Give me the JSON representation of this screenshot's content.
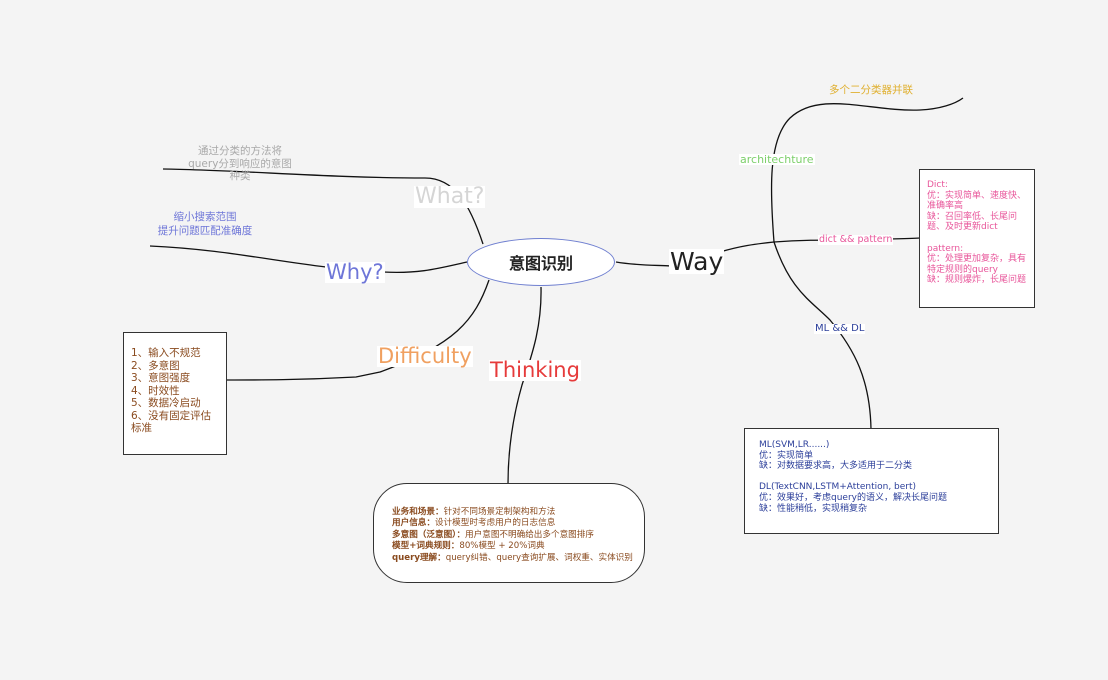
{
  "center": {
    "label": "意图识别"
  },
  "what": {
    "label": "What?",
    "note": "通过分类的方法将\nquery分到响应的意图\n种类",
    "color": "#d5d5d5",
    "note_color": "#a9a9a9"
  },
  "why": {
    "label": "Why?",
    "note": "缩小搜索范围\n提升问题匹配准确度",
    "color": "#6e76d8"
  },
  "difficulty": {
    "label": "Difficulty",
    "color": "#f0a060",
    "items": [
      "1、输入不规范",
      "2、多意图",
      "3、意图强度",
      "4、时效性",
      "5、数据冷启动",
      "6、没有固定评估\n标准"
    ],
    "item_color": "#8a4b1f"
  },
  "thinking": {
    "label": "Thinking",
    "color": "#e63b3b",
    "text_color": "#8a4b1f",
    "items": [
      {
        "key": "业务和场景：",
        "value": "针对不同场景定制架构和方法"
      },
      {
        "key": "用户信息：",
        "value": "设计模型时考虑用户的日志信息"
      },
      {
        "key": "多意图（泛意图）：",
        "value": "用户意图不明确给出多个意图排序"
      },
      {
        "key": "模型+词典规则：",
        "value": "80%模型 + 20%词典"
      },
      {
        "key": "query理解：",
        "value": "query纠错、query查询扩展、词权重、实体识别"
      }
    ]
  },
  "way": {
    "label": "Way",
    "architecture": {
      "label": "architechture",
      "color": "#7ccf6a",
      "child": "多个二分类器并联",
      "child_color": "#e0b030"
    },
    "dict_pattern": {
      "label": "dict && pattern",
      "color": "#e8559a",
      "box_lines": [
        "Dict:",
        "优：实现简单、速度快、\n准确率高",
        "缺：召回率低、长尾问\n题、及时更新dict",
        "",
        "pattern:",
        "优：处理更加复杂，具有\n特定规则的query",
        "缺：规则爆炸，长尾问题"
      ]
    },
    "ml_dl": {
      "label": "ML && DL",
      "color": "#2c3f9a",
      "box_lines": [
        "ML(SVM,LR......)",
        "优：实现简单",
        "缺：对数据要求高，大多适用于二分类",
        "",
        "DL(TextCNN,LSTM+Attention, bert)",
        "优：效果好，考虑query的语义，解决长尾问题",
        "缺：性能稍低，实现稍复杂"
      ]
    }
  }
}
